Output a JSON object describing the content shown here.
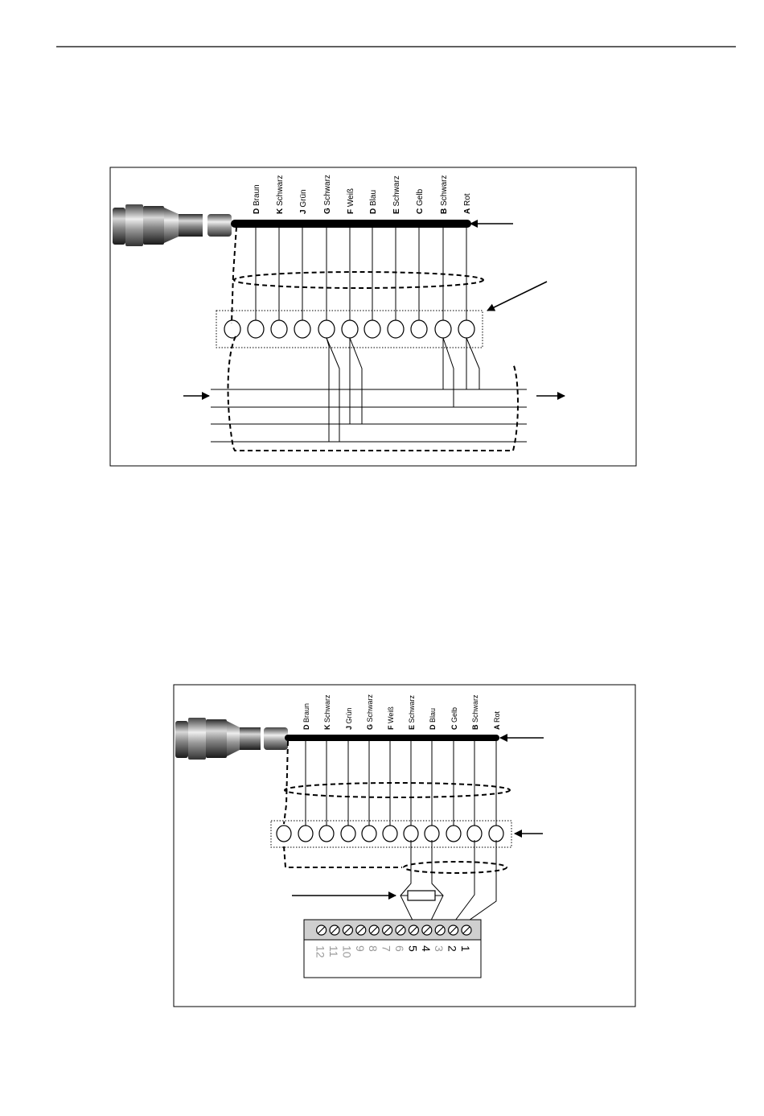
{
  "diagram1": {
    "wires": [
      {
        "letter": "D",
        "color": "Braun"
      },
      {
        "letter": "K",
        "color": "Schwarz"
      },
      {
        "letter": "J",
        "color": "Grün"
      },
      {
        "letter": "G",
        "color": "Schwarz"
      },
      {
        "letter": "F",
        "color": "Weiß"
      },
      {
        "letter": "D",
        "color": "Blau"
      },
      {
        "letter": "E",
        "color": "Schwarz"
      },
      {
        "letter": "C",
        "color": "Gelb"
      },
      {
        "letter": "B",
        "color": "Schwarz"
      },
      {
        "letter": "A",
        "color": "Rot"
      }
    ]
  },
  "diagram2": {
    "wires": [
      {
        "letter": "D",
        "color": "Braun"
      },
      {
        "letter": "K",
        "color": "Schwarz"
      },
      {
        "letter": "J",
        "color": "Grün"
      },
      {
        "letter": "G",
        "color": "Schwarz"
      },
      {
        "letter": "F",
        "color": "Weiß"
      },
      {
        "letter": "E",
        "color": "Schwarz"
      },
      {
        "letter": "D",
        "color": "Blau"
      },
      {
        "letter": "C",
        "color": "Gelb"
      },
      {
        "letter": "B",
        "color": "Schwarz"
      },
      {
        "letter": "A",
        "color": "Rot"
      }
    ],
    "terminal_numbers": [
      "1",
      "2",
      "3",
      "4",
      "5",
      "6",
      "7",
      "8",
      "9",
      "10",
      "11",
      "12"
    ],
    "highlighted_terminals": [
      "1",
      "2",
      "4",
      "5"
    ]
  }
}
